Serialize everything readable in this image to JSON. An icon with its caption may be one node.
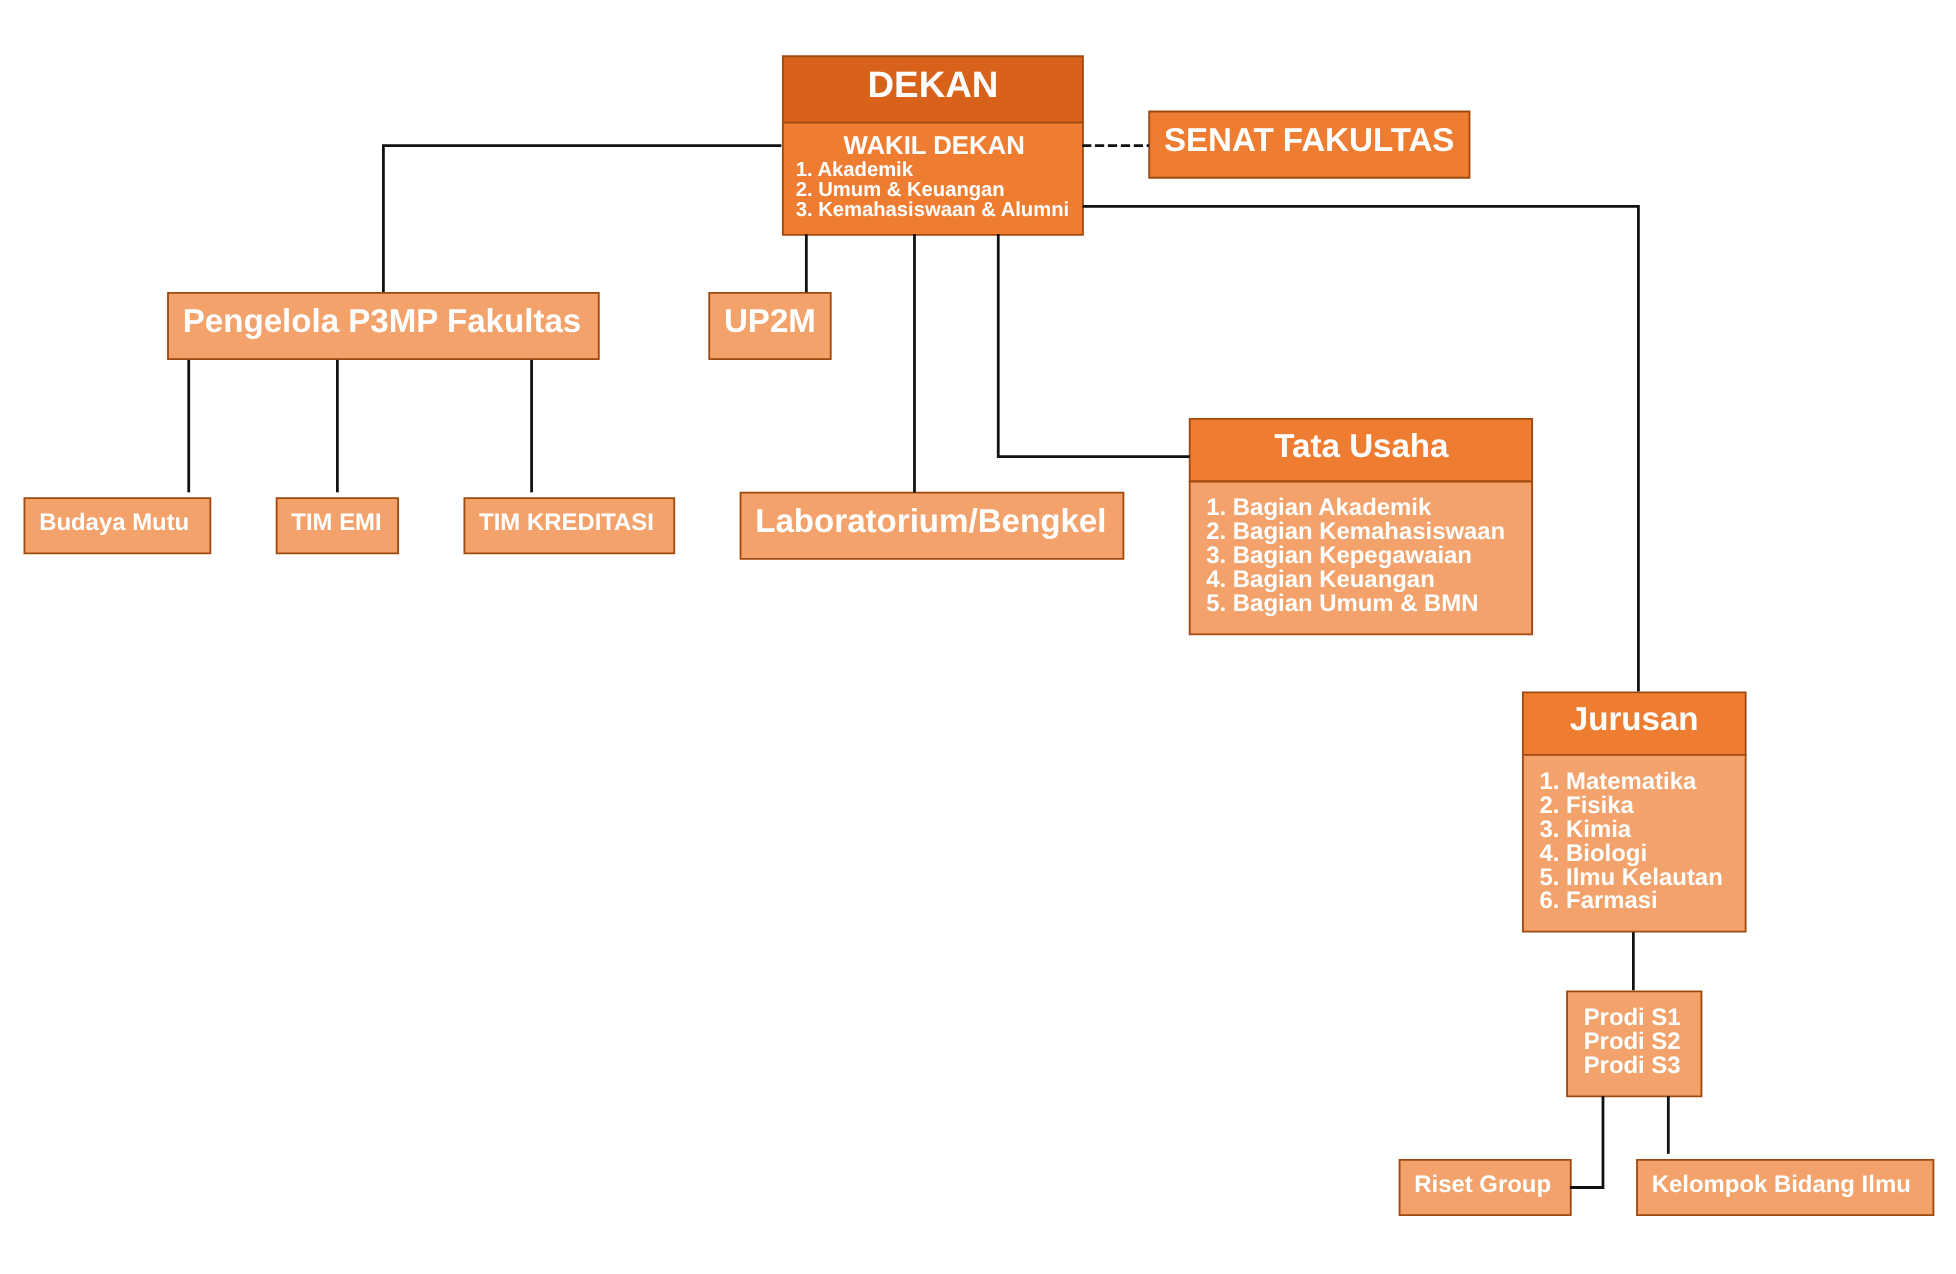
{
  "diagram": {
    "nodes": [
      {
        "text": [
          "DEKAN",
          "WAKIL DEKAN",
          "1. Akademik",
          "2. Umum & Keuangan",
          "3. Kemahasiswaan & Alumni"
        ]
      },
      {
        "text": [
          "SENAT FAKULTAS"
        ]
      },
      {
        "text": [
          "Pengelola P3MP Fakultas"
        ]
      },
      {
        "text": [
          "UP2M"
        ]
      },
      {
        "text": [
          "Budaya Mutu"
        ]
      },
      {
        "text": [
          "TIM EMI"
        ]
      },
      {
        "text": [
          "TIM KREDITASI"
        ]
      },
      {
        "text": [
          "Laboratorium/Bengkel"
        ]
      },
      {
        "text": [
          "Tata Usaha",
          "1. Bagian Akademik",
          "2. Bagian Kemahasiswaan",
          "3. Bagian Kepegawaian",
          "4. Bagian Keuangan",
          "5. Bagian Umum & BMN"
        ]
      },
      {
        "text": [
          "Jurusan",
          "1. Matematika",
          "2. Fisika",
          "3. Kimia",
          "4. Biologi",
          "5. Ilmu Kelautan",
          "6. Farmasi"
        ]
      },
      {
        "text": [
          "Prodi S1",
          "Prodi S2",
          "Prodi S3"
        ]
      },
      {
        "text": [
          "Riset Group"
        ]
      },
      {
        "text": [
          "Kelompok Bidang Ilmu"
        ]
      }
    ],
    "edges": [
      {
        "from": 0,
        "to": 1,
        "arrow": "none",
        "style": "dashed"
      },
      {
        "from": 0,
        "to": 2,
        "arrow": "none"
      },
      {
        "from": 0,
        "to": 3,
        "arrow": "none"
      },
      {
        "from": 2,
        "to": 4,
        "arrow": "none"
      },
      {
        "from": 2,
        "to": 5,
        "arrow": "none"
      },
      {
        "from": 2,
        "to": 6,
        "arrow": "none"
      },
      {
        "from": 0,
        "to": 7,
        "arrow": "none"
      },
      {
        "from": 0,
        "to": 8,
        "arrow": "none"
      },
      {
        "from": 0,
        "to": 9,
        "arrow": "none"
      },
      {
        "from": 9,
        "to": 10,
        "arrow": "none"
      },
      {
        "from": 10,
        "to": 11,
        "arrow": "none"
      },
      {
        "from": 10,
        "to": 12,
        "arrow": "none"
      }
    ]
  }
}
